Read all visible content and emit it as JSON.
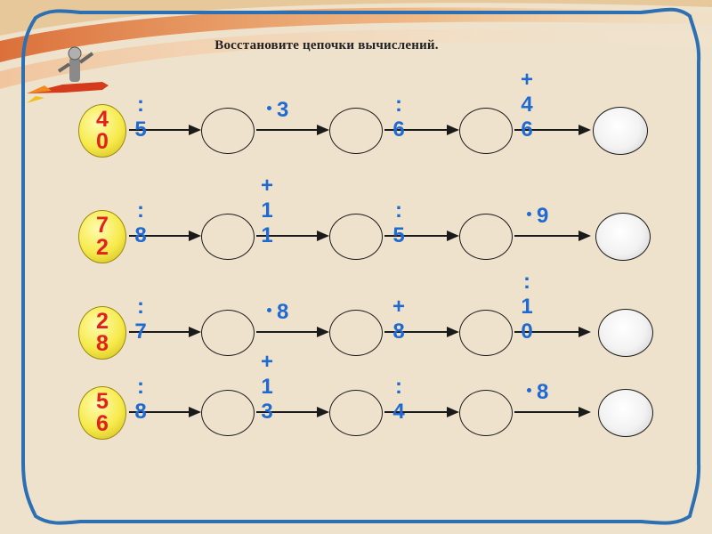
{
  "title": "Восстановите цепочки вычислений.",
  "colors": {
    "start_text": "#e32020",
    "operation_text": "#1e6ad2",
    "frame": "#2c6fb3"
  },
  "icons": [
    "rocket-rider-icon"
  ],
  "chains": [
    {
      "start": [
        "4",
        "0"
      ],
      "ops": [
        {
          "sign": ":",
          "number": "5"
        },
        {
          "sign": "•",
          "number": "3"
        },
        {
          "sign": ":",
          "number": "6"
        },
        {
          "sign": "+",
          "number": "46"
        }
      ]
    },
    {
      "start": [
        "7",
        "2"
      ],
      "ops": [
        {
          "sign": ":",
          "number": "8"
        },
        {
          "sign": "+",
          "number": "11"
        },
        {
          "sign": ":",
          "number": "5"
        },
        {
          "sign": "•",
          "number": "9"
        }
      ]
    },
    {
      "start": [
        "2",
        "8"
      ],
      "ops": [
        {
          "sign": ":",
          "number": "7"
        },
        {
          "sign": "•",
          "number": "8"
        },
        {
          "sign": "+",
          "number": "8"
        },
        {
          "sign": ":",
          "number": "10"
        }
      ]
    },
    {
      "start": [
        "5",
        "6"
      ],
      "ops": [
        {
          "sign": ":",
          "number": "8"
        },
        {
          "sign": "+",
          "number": "13"
        },
        {
          "sign": ":",
          "number": "4"
        },
        {
          "sign": "•",
          "number": "8"
        }
      ]
    }
  ]
}
